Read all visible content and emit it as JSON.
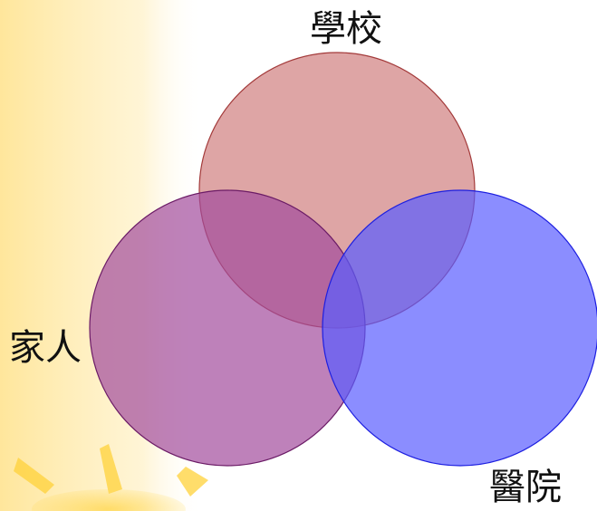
{
  "diagram": {
    "type": "venn",
    "sets": [
      {
        "key": "school",
        "label": "學校",
        "fill": "#d07f7f",
        "stroke": "#a33a3a"
      },
      {
        "key": "family",
        "label": "家人",
        "fill": "#a24b9c",
        "stroke": "#6b1b66"
      },
      {
        "key": "hospital",
        "label": "醫院",
        "fill": "#5a5cff",
        "stroke": "#1d1fe0"
      }
    ]
  },
  "background": {
    "glow_color": "#ffd24a",
    "sun_color": "#ffd23a"
  }
}
